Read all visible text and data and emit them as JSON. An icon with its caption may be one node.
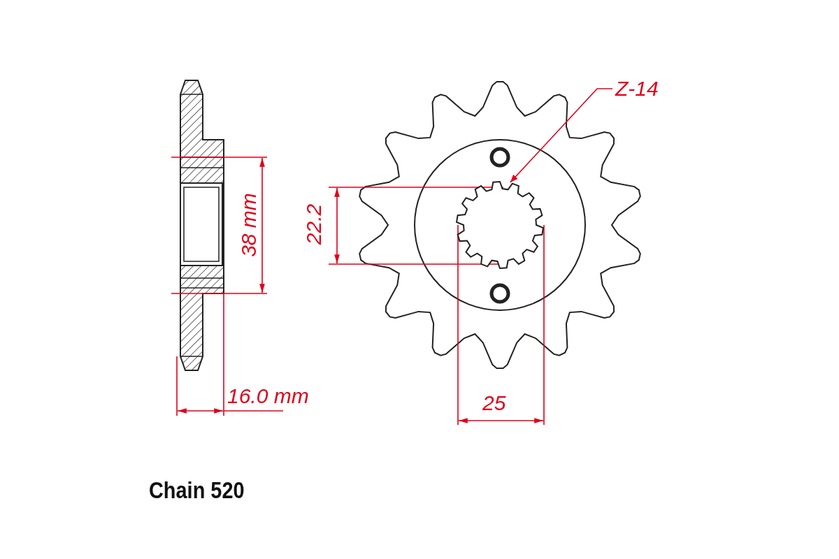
{
  "diagram": {
    "nodes": [
      {
        "text": [
          "Z-14"
        ]
      },
      {
        "text": [],
        "shape": "picture"
      }
    ],
    "edges": [
      {
        "from": 0,
        "to": 1,
        "arrow": "to"
      }
    ],
    "labels": [
      "38 mm",
      "22.2",
      "16.0 mm",
      "25",
      "Chain 520"
    ]
  }
}
